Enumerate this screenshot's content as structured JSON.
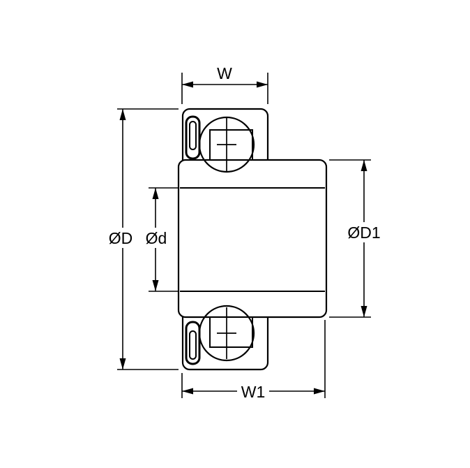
{
  "diagram": {
    "name": "bearing-cross-section-drawing",
    "colors": {
      "line": "#000000",
      "background": "#ffffff"
    },
    "labels": {
      "w": "W",
      "od": "ØD",
      "d": "Ød",
      "od1": "ØD1",
      "w1": "W1"
    }
  }
}
